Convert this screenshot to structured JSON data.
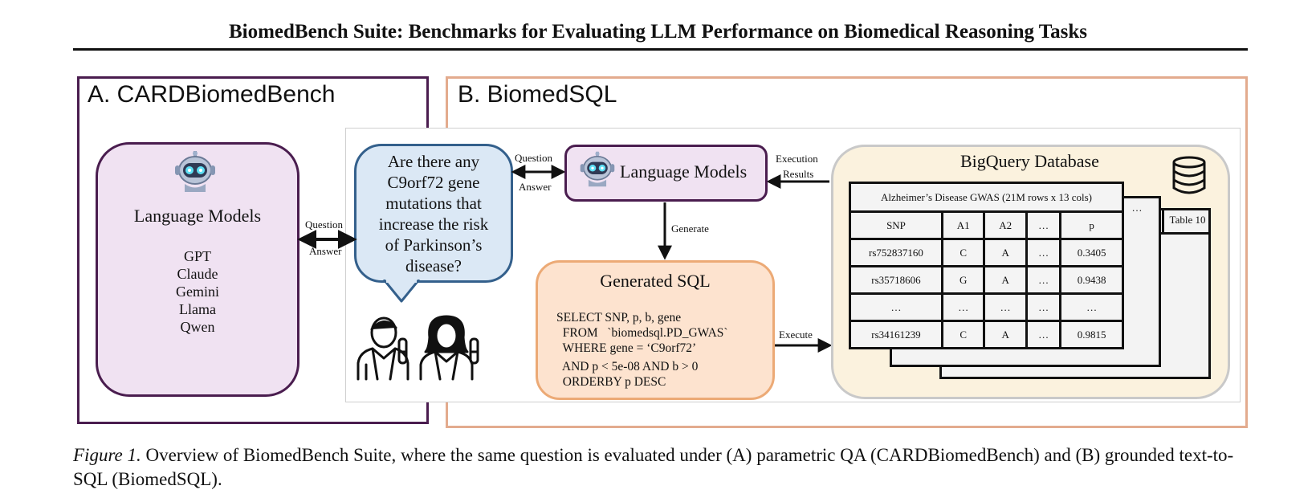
{
  "title": "BiomedBench Suite: Benchmarks for Evaluating LLM Performance on Biomedical Reasoning Tasks",
  "panel_a": {
    "label": "A. CARDBiomedBench",
    "lm_title": "Language Models",
    "models": [
      "GPT",
      "Claude",
      "Gemini",
      "Llama",
      "Qwen"
    ],
    "arrow_top_label": "Question",
    "arrow_bottom_label": "Answer"
  },
  "panel_b": {
    "label": "B. BiomedSQL",
    "question_lines": [
      "Are there any",
      "C9orf72 gene",
      "mutations that",
      "increase the risk",
      "of Parkinson’s",
      "disease?"
    ],
    "arrow_question": "Question",
    "arrow_answer": "Answer",
    "lm_title": "Language Models",
    "execution_label_1": "Execution",
    "execution_label_2": "Results",
    "generate_label": "Generate",
    "execute_label": "Execute",
    "sql_title": "Generated SQL",
    "sql_lines": [
      "SELECT SNP, p, b, gene",
      "  FROM   `biomedsql.PD_GWAS`",
      "  WHERE gene = ‘C9orf72’",
      "  AND p < 5e-08 AND b > 0",
      "  ORDERBY p DESC"
    ],
    "bq_title": "BigQuery Database",
    "table_caption": "Alzheimer’s Disease GWAS (21M rows x 13 cols)",
    "table_headers": [
      "SNP",
      "A1",
      "A2",
      "…",
      "p"
    ],
    "table_rows": [
      [
        "rs752837160",
        "C",
        "A",
        "…",
        "0.3405"
      ],
      [
        "rs35718606",
        "G",
        "A",
        "…",
        "0.9438"
      ],
      [
        "…",
        "…",
        "…",
        "…",
        "…"
      ],
      [
        "rs34161239",
        "C",
        "A",
        "…",
        "0.9815"
      ]
    ],
    "sheet_mid_label": "…",
    "sheet_back_label": "Table 10"
  },
  "caption": {
    "figure_label": "Figure 1.",
    "text": "Overview of BiomedBench Suite, where the same question is evaluated under (A) parametric QA (CARDBiomedBench) and (B) grounded text-to-SQL (BiomedSQL)."
  }
}
